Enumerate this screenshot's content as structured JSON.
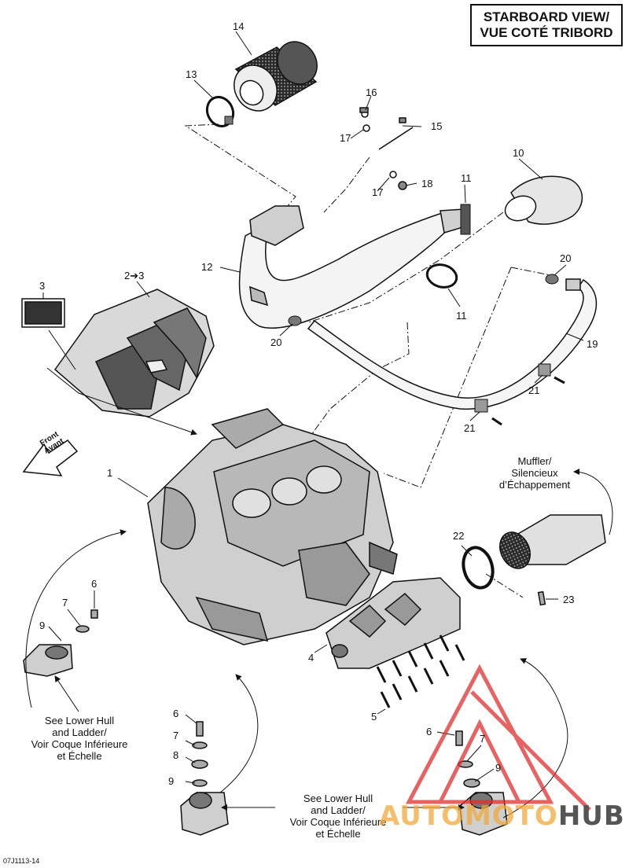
{
  "view_title": {
    "line1": "STARBOARD VIEW/",
    "line2": "VUE COTÉ TRIBORD"
  },
  "front_arrow": {
    "line1": "Front",
    "line2": "Avant"
  },
  "callouts": {
    "c1": "1",
    "c2to3": "2➔3",
    "c3": "3",
    "c4": "4",
    "c5": "5",
    "c6a": "6",
    "c6b": "6",
    "c6c": "6",
    "c7a": "7",
    "c7b": "7",
    "c7c": "7",
    "c8": "8",
    "c9a": "9",
    "c9b": "9",
    "c9c": "9",
    "c10": "10",
    "c11a": "11",
    "c11b": "11",
    "c12": "12",
    "c13": "13",
    "c14": "14",
    "c15": "15",
    "c16": "16",
    "c17a": "17",
    "c17b": "17",
    "c18": "18",
    "c19": "19",
    "c20a": "20",
    "c20b": "20",
    "c21a": "21",
    "c21b": "21",
    "c22": "22",
    "c23": "23"
  },
  "muffler_note": {
    "line1": "Muffler/",
    "line2": "Silencieux",
    "line3": "d’Échappement"
  },
  "hull_note_left": {
    "line1": "See Lower Hull",
    "line2": "and Ladder/",
    "line3": "Voir Coque Inférieure",
    "line4": "et Échelle"
  },
  "hull_note_bottom": {
    "line1": "See Lower Hull",
    "line2": "and Ladder/",
    "line3": "Voir Coque Inférieure",
    "line4": "et Échelle"
  },
  "doc_id": "07J1113-14",
  "watermark": {
    "part1": "AUTOMOTO",
    "part2": "HUB"
  },
  "colors": {
    "line": "#111111",
    "part_fill": "#d9d9d9",
    "part_dark": "#9a9a9a",
    "wm_red": "#e03030",
    "wm_orange": "#f2a93b",
    "wm_grey": "#555555"
  }
}
